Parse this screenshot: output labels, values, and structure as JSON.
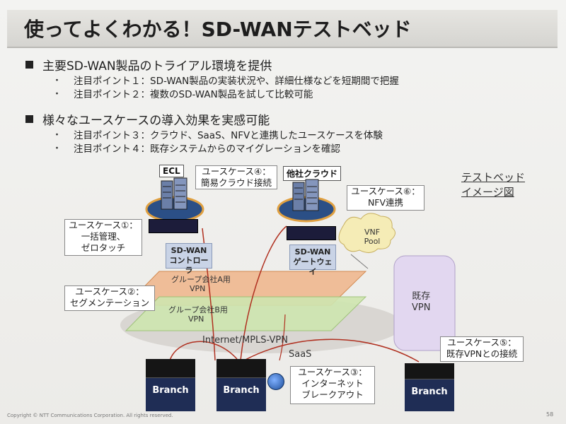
{
  "title": "使ってよくわかる！SD-WANテストベッド",
  "bullets": [
    {
      "text": "主要SD-WAN製品のトライアル環境を提供",
      "points": [
        "注目ポイント１：SD-WAN製品の実装状況や、詳細仕様などを短期間で把握",
        "注目ポイント２：複数のSD-WAN製品を試して比較可能"
      ]
    },
    {
      "text": "様々なユースケースの導入効果を実感可能",
      "points": [
        "注目ポイント３：クラウド、SaaS、NFVと連携したユースケースを体験",
        "注目ポイント４：既存システムからのマイグレーションを確認"
      ]
    }
  ],
  "diagram": {
    "corner_label_1": "テストベッド",
    "corner_label_2": "イメージ図",
    "ecl": "ECL",
    "other_cloud": "他社クラウド",
    "controller_1": "SD-WAN",
    "controller_2": "コントローラ",
    "gateway_1": "SD-WAN",
    "gateway_2": "ゲートウェイ",
    "vnf_1": "VNF",
    "vnf_2": "Pool",
    "uc1_1": "ユースケース①：",
    "uc1_2": "一括管理、",
    "uc1_3": "ゼロタッチ",
    "uc2_1": "ユースケース②：",
    "uc2_2": "セグメンテーション",
    "uc3_1": "ユースケース③：",
    "uc3_2": "インターネット",
    "uc3_3": "ブレークアウト",
    "uc4_1": "ユースケース④：",
    "uc4_2": "簡易クラウド接続",
    "uc5_1": "ユースケース⑤：",
    "uc5_2": "既存VPNとの接続",
    "uc6_1": "ユースケース⑥：",
    "uc6_2": "NFV連携",
    "vpn_a_1": "グループ会社A用",
    "vpn_a_2": "VPN",
    "vpn_b_1": "グループ会社B用",
    "vpn_b_2": "VPN",
    "existing_vpn_1": "既存",
    "existing_vpn_2": "VPN",
    "internet": "Internet/MPLS-VPN",
    "saas": "SaaS",
    "branch": "Branch"
  },
  "page_number": "58",
  "copyright": "Copyright © NTT Communications Corporation. All rights reserved."
}
